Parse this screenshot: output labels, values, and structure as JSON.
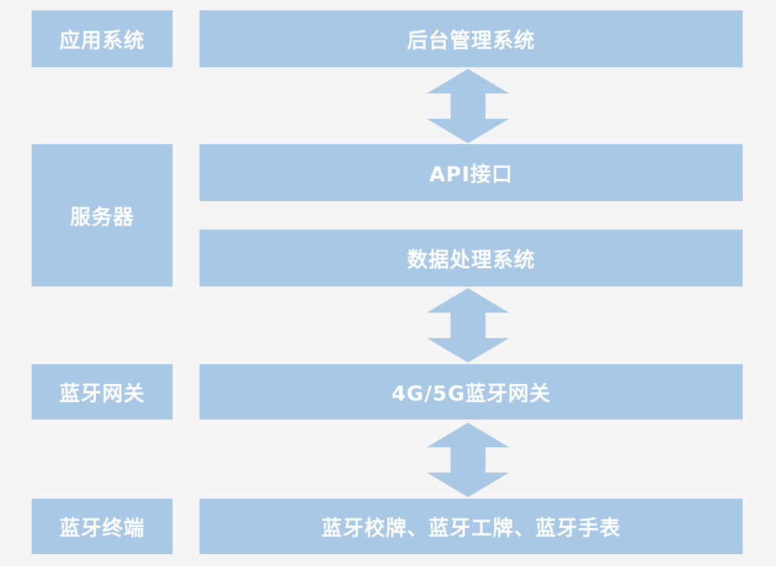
{
  "layers": {
    "app": "应用系统",
    "server": "服务器",
    "gateway": "蓝牙网关",
    "terminal": "蓝牙终端"
  },
  "components": {
    "backend": "后台管理系统",
    "api": "API接口",
    "data_processing": "数据处理系统",
    "gateway": "4G/5G蓝牙网关",
    "terminal": "蓝牙校牌、蓝牙工牌、蓝牙手表"
  },
  "colors": {
    "box": "#a9c8e5",
    "text": "#ffffff",
    "background": "#f5f5f5"
  },
  "icons": {
    "connector": "double-headed-vertical-arrow"
  }
}
